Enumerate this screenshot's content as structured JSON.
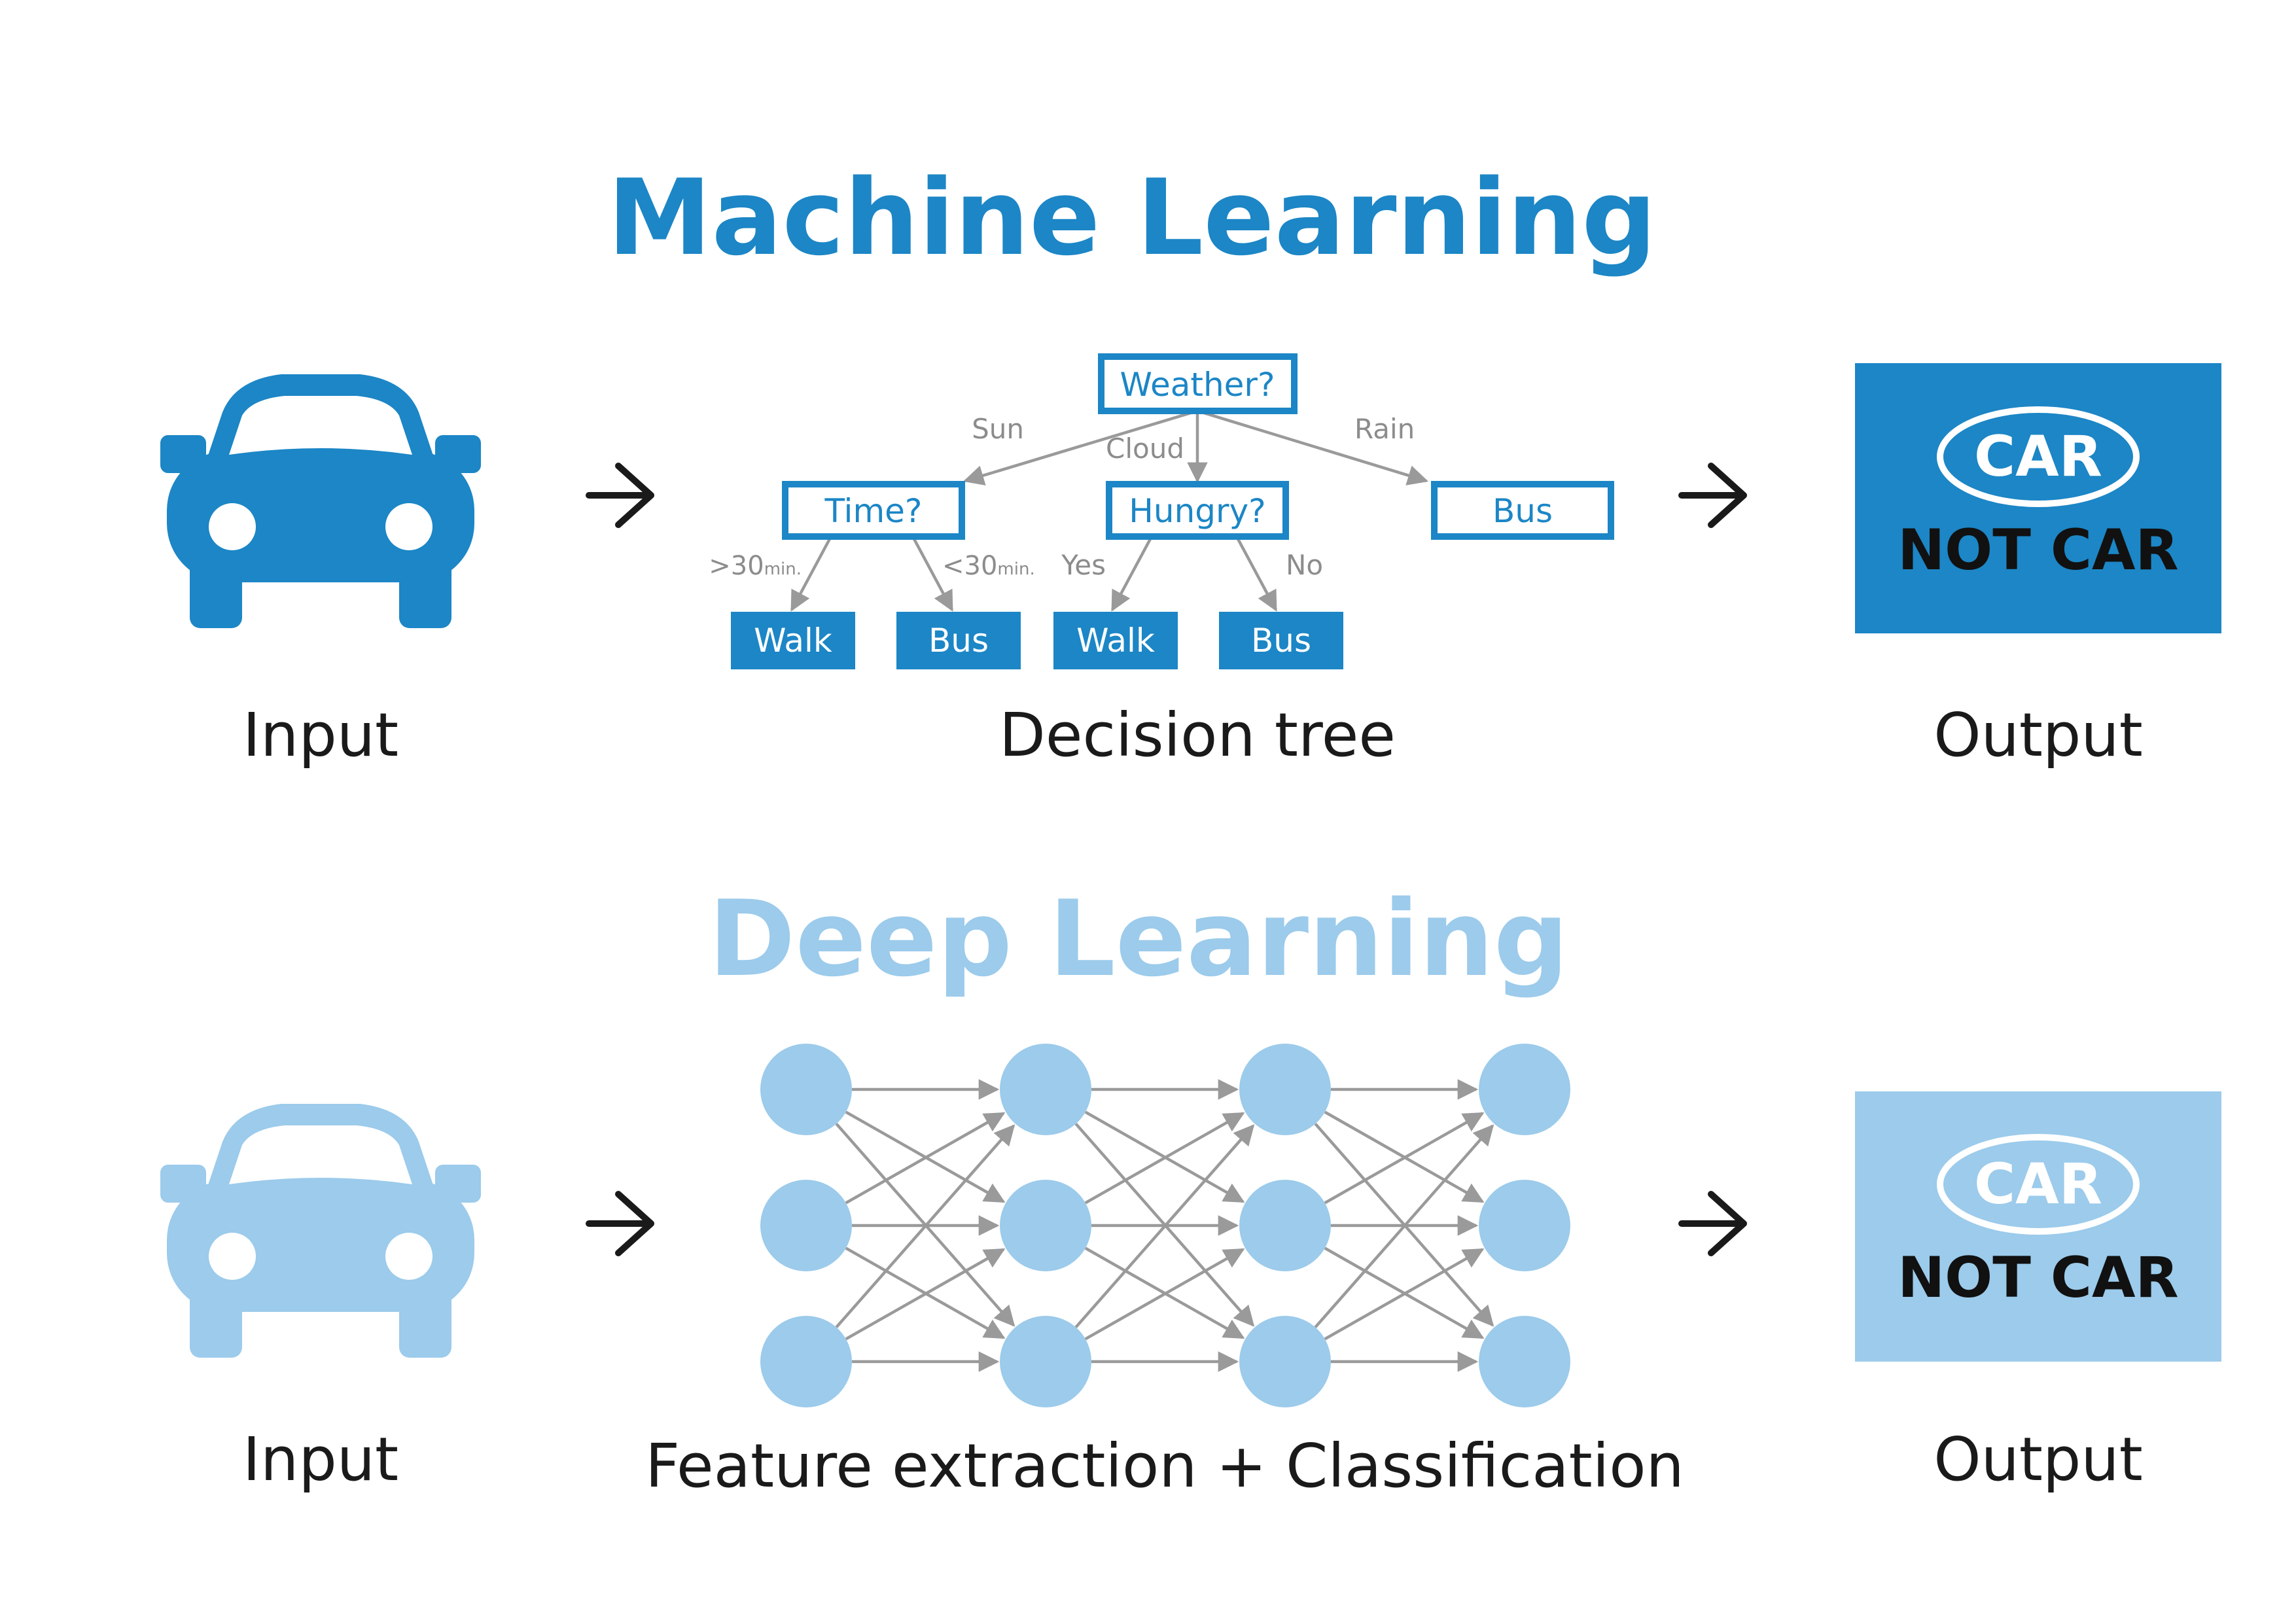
{
  "colors": {
    "ml_blue": "#1c86c6",
    "dl_blue": "#9ccbeb",
    "text_dark": "#1a1a1a",
    "edge_gray": "#9a9a9a",
    "edge_label_gray": "#8c8c8c"
  },
  "machine_learning": {
    "title": "Machine Learning",
    "input_caption": "Input",
    "process_caption": "Decision tree",
    "output_caption": "Output",
    "input_icon": "car-icon",
    "output_badge": {
      "primary": "CAR",
      "secondary": "NOT CAR"
    },
    "tree": {
      "root": "Weather?",
      "branches": [
        "Sun",
        "Cloud",
        "Rain"
      ],
      "level2": [
        "Time?",
        "Hungry?",
        "Bus"
      ],
      "time_labels": [
        {
          "main": ">30",
          "sub": "min."
        },
        {
          "main": "<30",
          "sub": "min."
        }
      ],
      "hungry_labels": [
        "Yes",
        "No"
      ],
      "leaves": [
        "Walk",
        "Bus",
        "Walk",
        "Bus"
      ]
    }
  },
  "deep_learning": {
    "title": "Deep Learning",
    "input_caption": "Input",
    "process_caption": "Feature extraction + Classification",
    "output_caption": "Output",
    "input_icon": "car-icon",
    "output_badge": {
      "primary": "CAR",
      "secondary": "NOT CAR"
    },
    "network": {
      "layers": [
        3,
        3,
        3,
        3
      ]
    }
  }
}
